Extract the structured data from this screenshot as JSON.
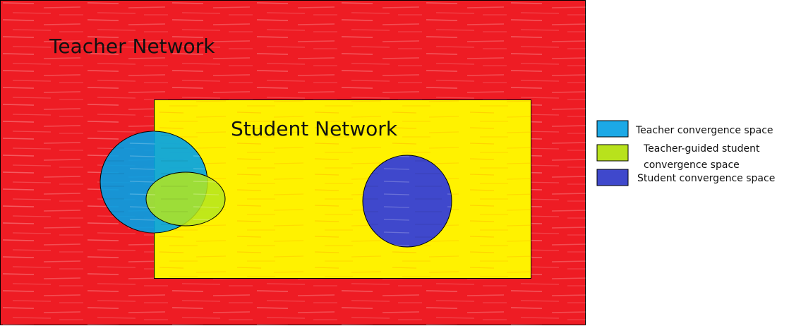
{
  "regions": {
    "teacher_network": {
      "label": "Teacher Network",
      "color": "#ee1c24"
    },
    "student_network": {
      "label": "Student Network",
      "color": "#fff200"
    }
  },
  "spaces": {
    "teacher_convergence": {
      "color": "#00a2e8"
    },
    "guided_convergence": {
      "color": "#b5e61d"
    },
    "student_convergence": {
      "color": "#3f48cc"
    }
  },
  "legend": {
    "items": [
      {
        "line1": "Teacher convergence space",
        "line2": "",
        "color": "#1ca9e6"
      },
      {
        "line1": "Teacher-guided student",
        "line2": "convergence space",
        "color": "#b8e21c"
      },
      {
        "line1": "Student convergence space",
        "line2": "",
        "color": "#3f48cc"
      }
    ]
  }
}
